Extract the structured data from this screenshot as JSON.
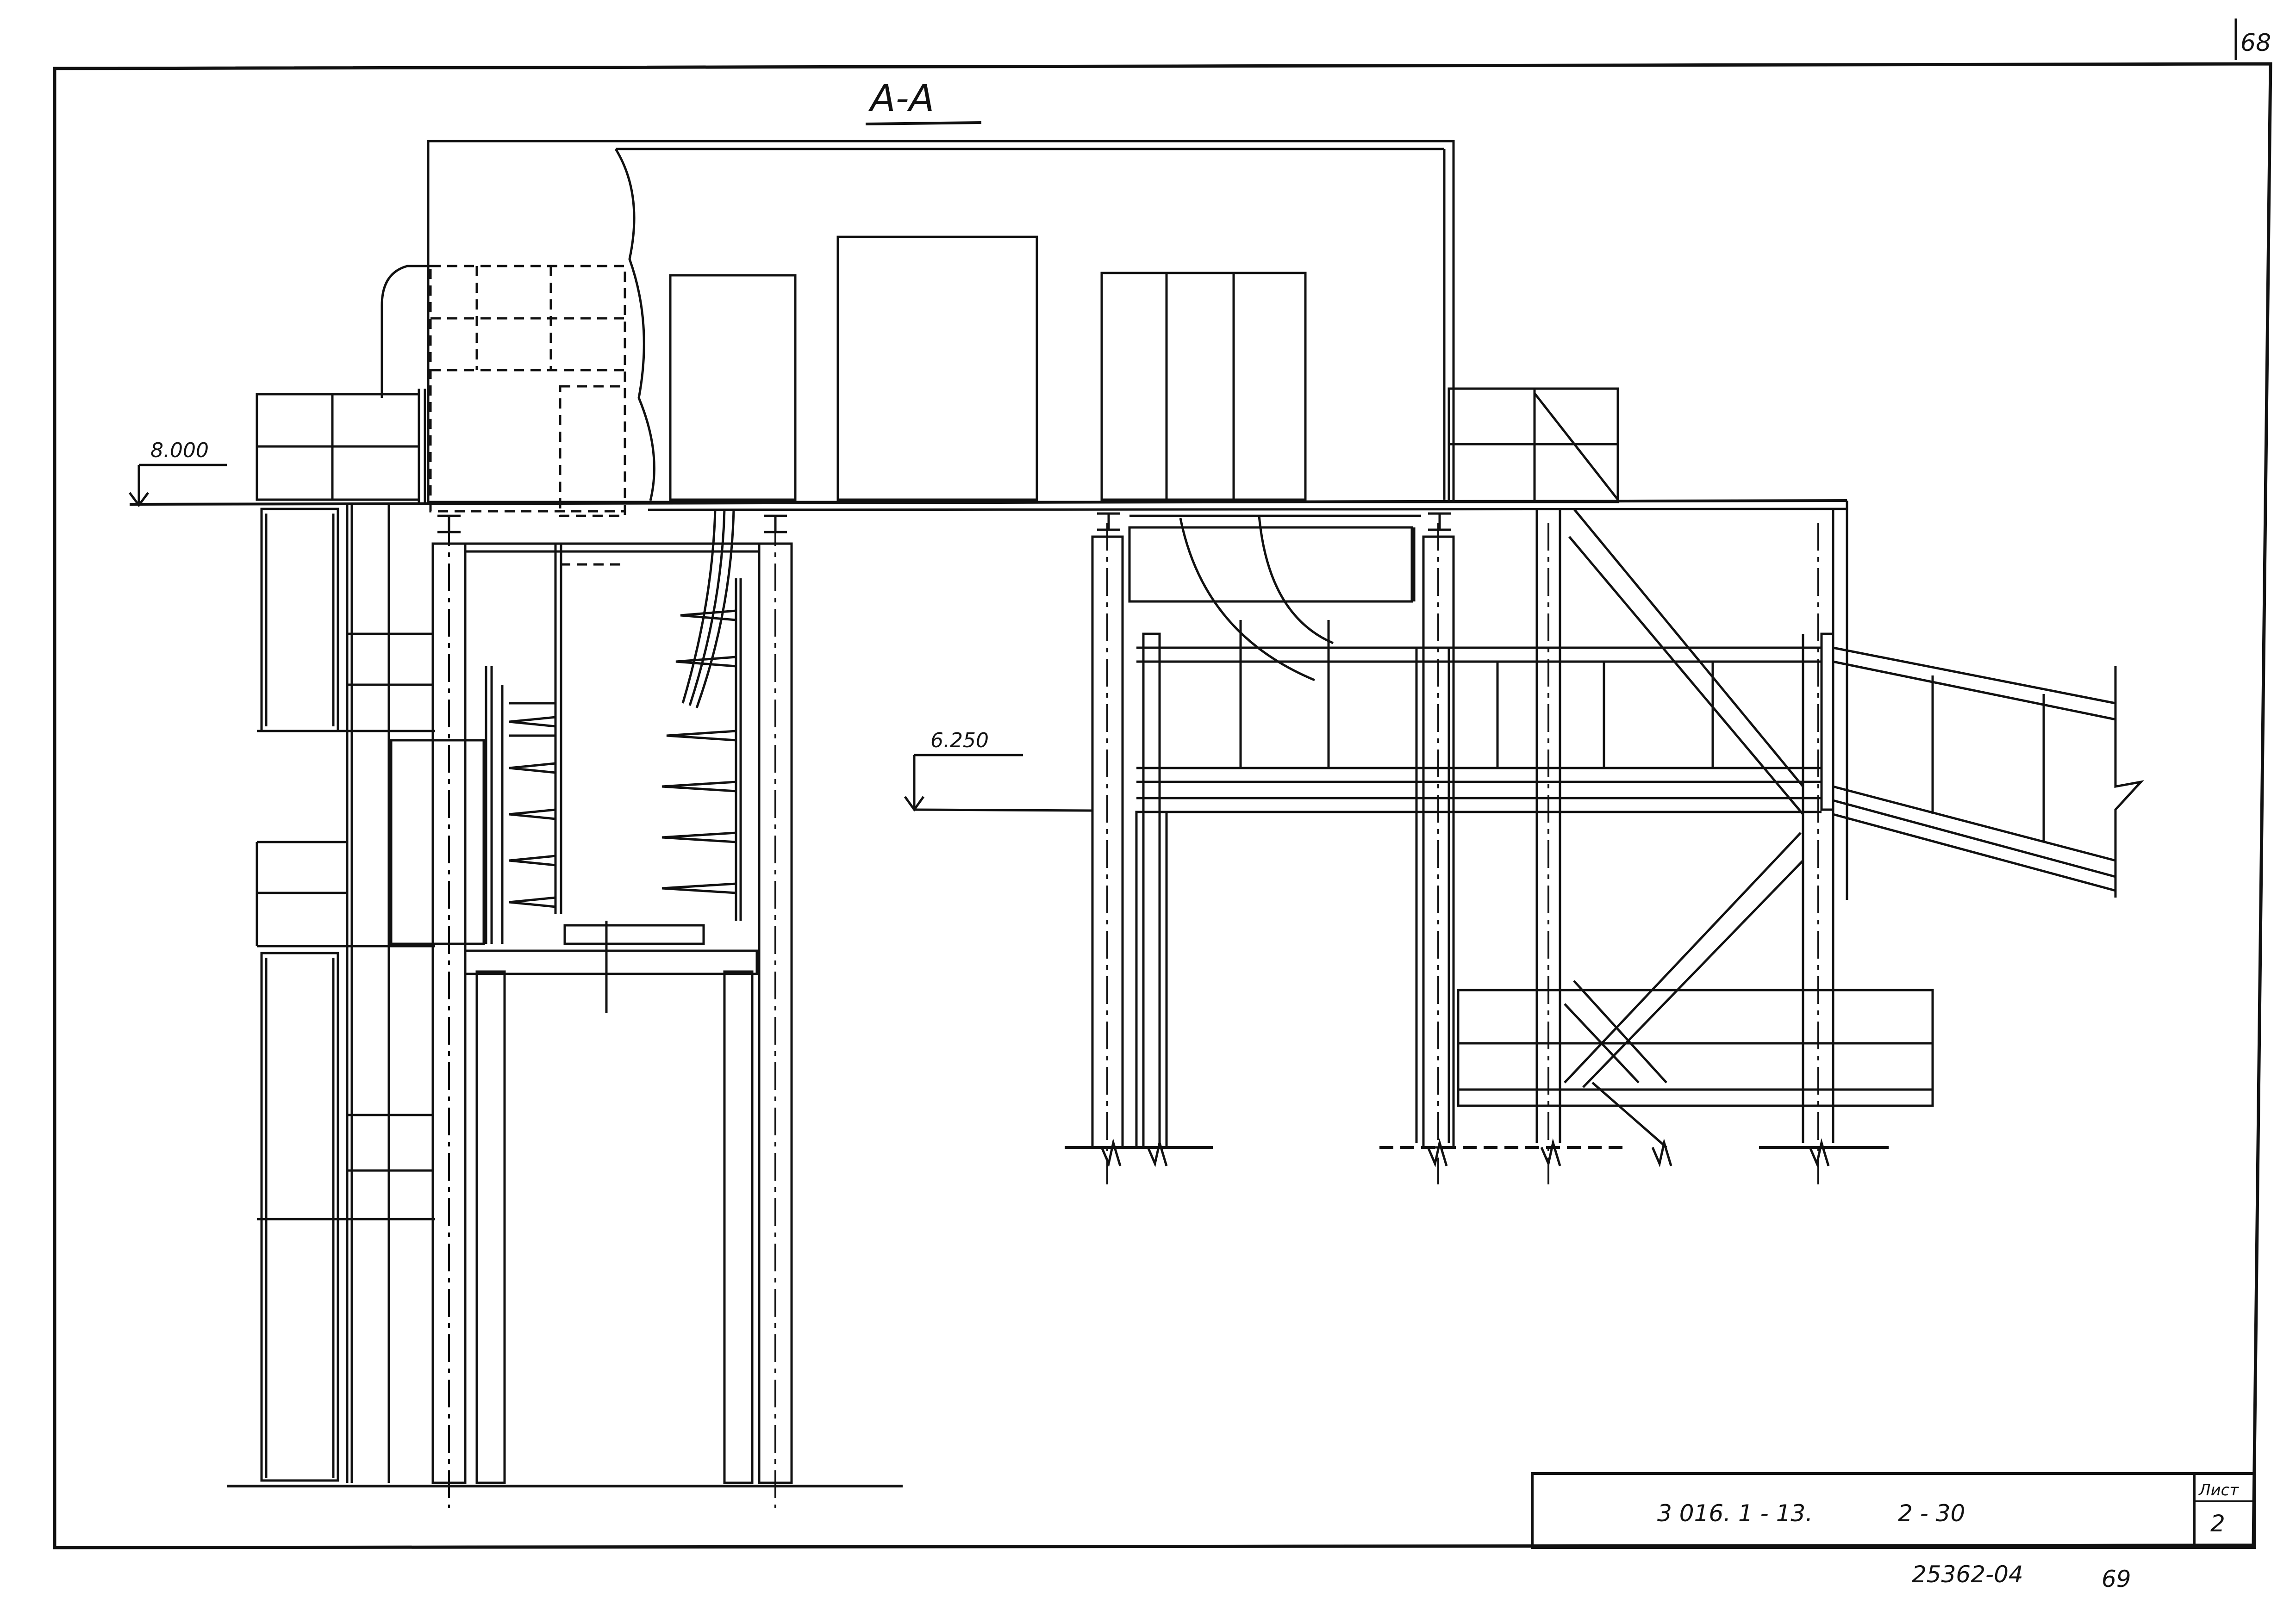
{
  "sheet": {
    "page_number": "68",
    "section_label": "A-A",
    "footer_code": "25362-04",
    "footer_page": "69"
  },
  "levels": {
    "top": "8.000",
    "middle": "6.250"
  },
  "title_block": {
    "designation": "3 016. 1 - 13.",
    "issue": "2 - 30",
    "sheet_label": "Лист",
    "sheet_number": "2"
  },
  "colors": {
    "line": "#111111",
    "paper": "#ffffff"
  }
}
